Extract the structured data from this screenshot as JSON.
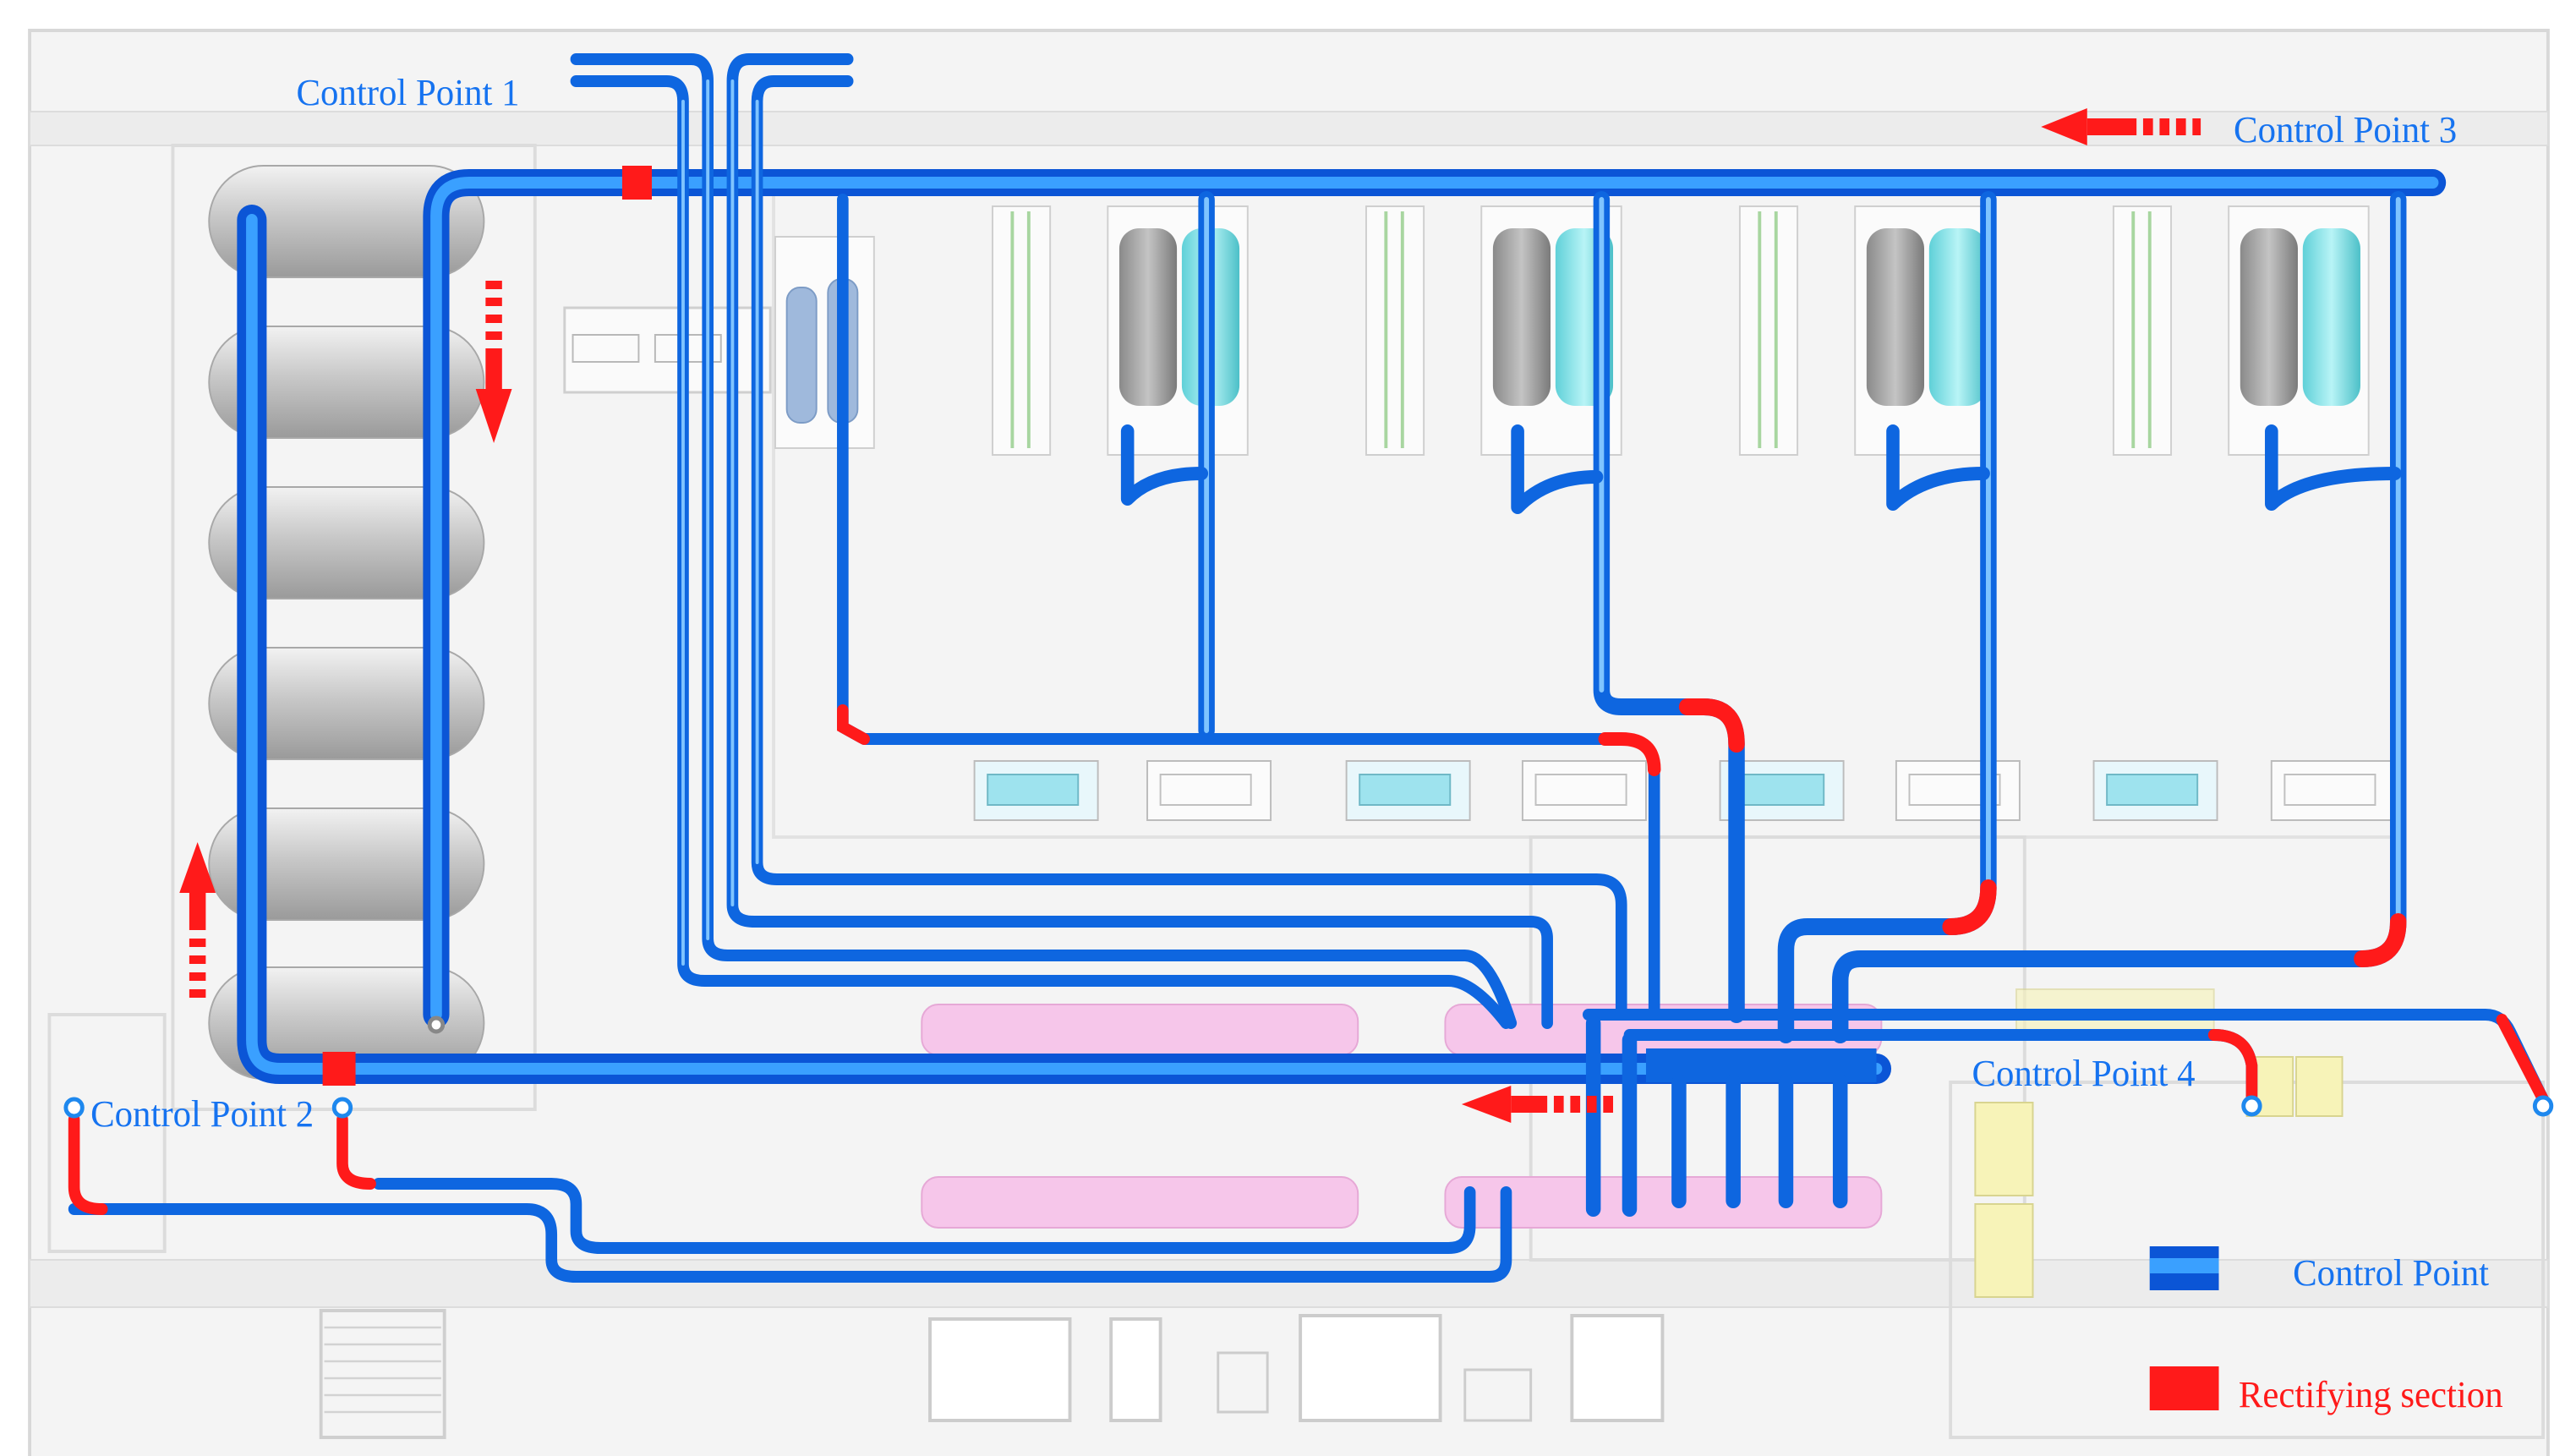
{
  "labels": {
    "cp1": "Control Point 1",
    "cp2": "Control Point 2",
    "cp3": "Control Point 3",
    "cp4": "Control Point 4"
  },
  "legend": {
    "control_point": "Control Point",
    "rectifying_section": "Rectifying section"
  },
  "colors": {
    "pipe": "#1e88ee",
    "pipe_dark": "#0b55d6",
    "pipe_highlight": "#7fc4ff",
    "rectifying": "#ff1a1a",
    "label_blue": "#1673f0",
    "label_red": "#ff1a1a",
    "floor": "#f4f4f4",
    "wall": "#dedede",
    "tank": "#c9c9c9",
    "pink_tank": "#f6c6ea",
    "cyan_equipment": "#8fe6ec",
    "yellow_block": "#f7f3b8"
  }
}
